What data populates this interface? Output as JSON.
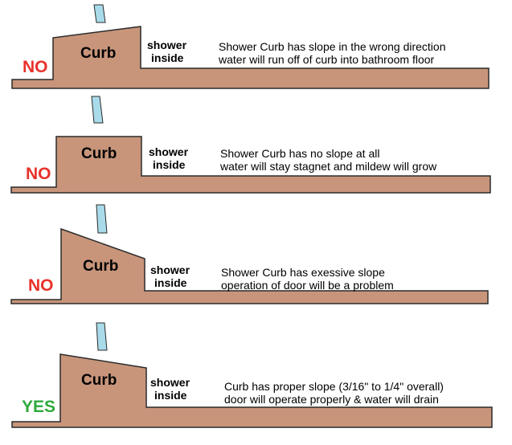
{
  "colors": {
    "curb_fill": "#c8957b",
    "glass_fill": "#a9dbea",
    "no_color": "#e8322b",
    "yes_color": "#2eaa3c",
    "outline": "#2b2b2b"
  },
  "panels": [
    {
      "slope": "wrong-direction",
      "verdict": "NO",
      "verdict_color": "#e8322b",
      "curb_label": "Curb",
      "shower_line1": "shower",
      "shower_line2": "inside",
      "desc_line1": "Shower Curb has slope in the wrong direction",
      "desc_line2": "water will run off of curb into bathroom floor"
    },
    {
      "slope": "none",
      "verdict": "NO",
      "verdict_color": "#e8322b",
      "curb_label": "Curb",
      "shower_line1": "shower",
      "shower_line2": "inside",
      "desc_line1": "Shower Curb has no slope at all",
      "desc_line2": "water will stay stagnet and mildew will grow"
    },
    {
      "slope": "excessive",
      "verdict": "NO",
      "verdict_color": "#e8322b",
      "curb_label": "Curb",
      "shower_line1": "shower",
      "shower_line2": "inside",
      "desc_line1": "Shower Curb has exessive slope",
      "desc_line2": "operation of door will be a problem"
    },
    {
      "slope": "proper",
      "verdict": "YES",
      "verdict_color": "#2eaa3c",
      "curb_label": "Curb",
      "shower_line1": "shower",
      "shower_line2": "inside",
      "desc_line1": "Curb has proper slope (3/16\" to 1/4\" overall)",
      "desc_line2": "door will operate properly & water will drain"
    }
  ]
}
